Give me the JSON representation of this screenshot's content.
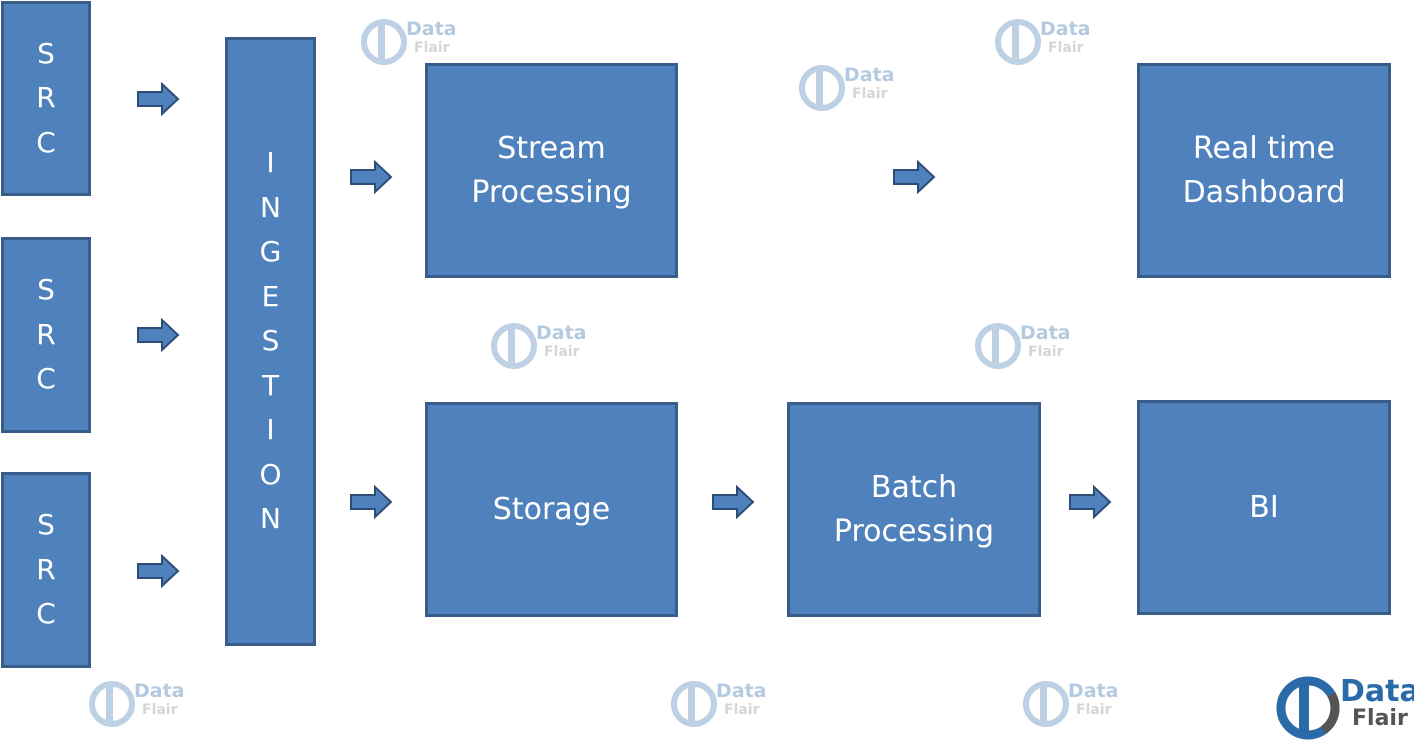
{
  "diagram": {
    "sources": [
      {
        "label": "SRC",
        "letters": [
          "S",
          "R",
          "C"
        ]
      },
      {
        "label": "SRC",
        "letters": [
          "S",
          "R",
          "C"
        ]
      },
      {
        "label": "SRC",
        "letters": [
          "S",
          "R",
          "C"
        ]
      }
    ],
    "ingestion": {
      "label": "INGESTION",
      "letters": [
        "I",
        "N",
        "G",
        "E",
        "S",
        "T",
        "I",
        "O",
        "N"
      ]
    },
    "stream_processing": "Stream\nProcessing",
    "realtime_dashboard": "Real time\nDashboard",
    "storage": "Storage",
    "batch_processing": "Batch\nProcessing",
    "bi": "BI"
  },
  "watermark": {
    "word1": "Data",
    "word2": "Flair",
    "faint_color": "#4f81bd",
    "logo_color": "#2a6aa8"
  },
  "colors": {
    "box_fill": "#4f81bd",
    "box_border": "#385d8a",
    "arrow_fill": "#4f81bd",
    "arrow_border": "#2c4d75"
  }
}
